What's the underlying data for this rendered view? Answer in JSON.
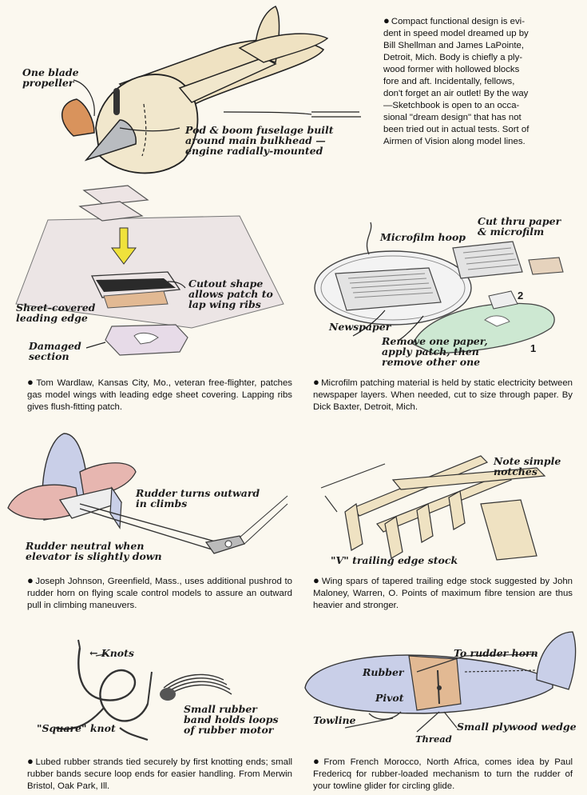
{
  "intro": {
    "lines": [
      "Compact functional design is evi-",
      "dent in speed model dreamed up by",
      "Bill Shellman and James LaPointe,",
      "Detroit, Mich. Body is chiefly a ply-",
      "wood former with hollowed blocks",
      "fore and aft. Incidentally, fellows,",
      "don't forget an air outlet! By the way",
      "—Sketchbook is open to an occa-",
      "sional \"dream design\" that has not",
      "been tried out in actual tests. Sort of",
      "Airmen of Vision along model lines."
    ]
  },
  "fig1": {
    "labels": {
      "propeller": [
        "One blade",
        "propeller"
      ],
      "fuselage": [
        "Pod & boom fuselage built",
        "around main bulkhead —",
        "engine radially-mounted"
      ]
    }
  },
  "fig2": {
    "labels": {
      "cutout": [
        "Cutout shape",
        "allows patch to",
        "lap wing ribs"
      ],
      "leading": [
        "Sheet-covered",
        "leading edge"
      ],
      "damaged": [
        "Damaged",
        "section"
      ]
    },
    "caption": "Tom Wardlaw, Kansas City, Mo., veteran free-flighter, patches gas model wings with leading edge sheet covering. Lapping ribs gives flush-fitting patch."
  },
  "fig3": {
    "labels": {
      "cut": [
        "Cut thru paper",
        "& microfilm"
      ],
      "hoop": "Microfilm hoop",
      "newspaper": "Newspaper",
      "remove": [
        "Remove one paper,",
        "apply patch, then",
        "remove other one"
      ],
      "n1": "1",
      "n2": "2"
    },
    "caption": "Microfilm patching material is held by static electricity between newspaper layers. When needed, cut to size through paper. By Dick Baxter, Detroit, Mich."
  },
  "fig4": {
    "labels": {
      "turns": [
        "Rudder turns outward",
        "in climbs"
      ],
      "neutral": [
        "Rudder neutral when",
        "elevator is slightly down"
      ]
    },
    "caption": "Joseph Johnson, Greenfield, Mass., uses additional pushrod to rudder horn on flying scale control models to assure an outward pull in climbing maneuvers."
  },
  "fig5": {
    "labels": {
      "notches": [
        "Note simple",
        "notches"
      ],
      "stock": "\"V\" trailing edge stock"
    },
    "caption": "Wing spars of tapered trailing edge stock suggested by John Maloney, Warren, O. Points of maximum fibre tension are thus heavier and stronger."
  },
  "fig6": {
    "labels": {
      "knots": "Knots",
      "square": "\"Square\" knot",
      "small": [
        "Small rubber",
        "band holds loops",
        "of rubber motor"
      ]
    },
    "caption": "Lubed rubber strands tied securely by first knotting ends; small rubber bands secure loop ends for easier handling. From Merwin Bristol, Oak Park, Ill."
  },
  "fig7": {
    "labels": {
      "horn": "To rudder horn",
      "rubber": "Rubber",
      "pivot": "Pivot",
      "towline": "Towline",
      "thread": "Thread",
      "wedge": "Small plywood wedge"
    },
    "caption": "From French Morocco, North Africa, comes idea by Paul Fredericq for rubber-loaded mechanism to turn the rudder of your towline glider for circling glide."
  },
  "colors": {
    "paper": "#fbf8ef",
    "wood": "#efe2c2",
    "blue": "#c9cfe8",
    "pink": "#e7b6b0",
    "green": "#cde8d2",
    "ink": "#1a1a1a"
  }
}
